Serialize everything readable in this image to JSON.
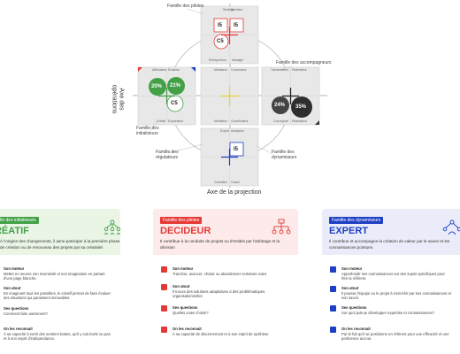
{
  "diagram": {
    "families": {
      "pilotes": "Famille des pilotes",
      "accompagneurs": "Famille des accompagneurs",
      "initialiseurs": "Famille des\ninitialiseurs",
      "regulateurs": "Famille des\nrégulateurs",
      "dynamiseurs": "Famille des\ndynamiseurs"
    },
    "axes": {
      "operations": "Axe des\nopérations",
      "projection": "Axe de la projection"
    },
    "squares": {
      "top": {
        "tl": "Stratège",
        "tr": "Décideur",
        "bl": "Entrepreneur",
        "br": "Manager",
        "values": [
          "I5",
          "I5",
          "C5"
        ]
      },
      "left": {
        "tl": "Affirmateur",
        "tr": "Éclaireur",
        "bl": "Créatif",
        "br": "Explorateur",
        "values": [
          "20%",
          "21%",
          "C5"
        ]
      },
      "center": {
        "tl": "Médiateur",
        "tr": "Connecteur",
        "bl": "Médiateur",
        "br": "Coordinateur"
      },
      "right": {
        "tl": "Transmetteur",
        "tr": "Fédérateur",
        "bl": "Conceptuel",
        "br": "Réalisateur",
        "values": [
          "24%",
          "35%"
        ]
      },
      "bottom": {
        "tl": "Expert",
        "tr": "Analyseur",
        "bl": "Conseiller",
        "br": "Coach",
        "values": [
          "I5"
        ]
      }
    }
  },
  "colors": {
    "green": "#43a047",
    "red": "#e53935",
    "blue": "#1e3fc4",
    "dark": "#333333",
    "yellow": "#e8d44d",
    "green_bg": "#eaf5e6",
    "red_bg": "#fdeaea",
    "blue_bg": "#eaedf9"
  },
  "panels": [
    {
      "tag": "Famille des initialiseurs",
      "title": "CRÉATIF",
      "desc": "À l'origine des changements, il aime participer à la première phase de création ou de renouveau des projets par sa créativité.",
      "icon": "network-people-icon",
      "items": [
        {
          "title": "Son moteur",
          "text": "Mettre en oeuvre son inventivité et son imagination en partant d'une page blanche."
        },
        {
          "title": "Son atout",
          "text": "En imaginant tous les possibles, le créatif permet de faire évoluer des situations qui paraissent immuables."
        },
        {
          "title": "Ses questions",
          "text": "Comment faire autrement?"
        },
        {
          "title": "On les reconnait",
          "text": "À sa capacité à sortir des sentiers battus, qu'il y soit invité ou pas et à son esprit d'indépendance."
        }
      ]
    },
    {
      "tag": "Famille des pilotes",
      "title": "DECIDEUR",
      "desc": "Il contribue à la conduite de projets ou d'entités par l'arbitrage et la décision",
      "icon": "decision-tree-icon",
      "items": [
        {
          "title": "Son moteur",
          "text": "Trancher, avancer, choisir ou abandonner certaines voies"
        },
        {
          "title": "Son atout",
          "text": "Il trouve des solutions adaptatives à des problématiques organisationnelles"
        },
        {
          "title": "Ses questions",
          "text": "Quelles voies choisir?"
        },
        {
          "title": "On les reconnait",
          "text": "À sa capacité de discernement et à son esprit de synthèse"
        }
      ]
    },
    {
      "tag": "Famille des dynamiseurs",
      "title": "EXPERT",
      "desc": "Il contribue et accompagne la création de valeur par le savoir et les connaissances pointues.",
      "icon": "expert-network-icon",
      "items": [
        {
          "title": "Son moteur",
          "text": "Approfondir ses connaissances sur des sujets spécifiques pour être la référent."
        },
        {
          "title": "Son atout",
          "text": "Il pousse l'équipe ou le projet à s'enrichir par ses connaissances et son savoir."
        },
        {
          "title": "Ses questions",
          "text": "Sur quoi puis-je développer expertise et connaissances?"
        },
        {
          "title": "On les reconnait",
          "text": "Par le fait qu'il se positionne en référent pour une efficacité et une pertinence accrue."
        }
      ]
    }
  ]
}
